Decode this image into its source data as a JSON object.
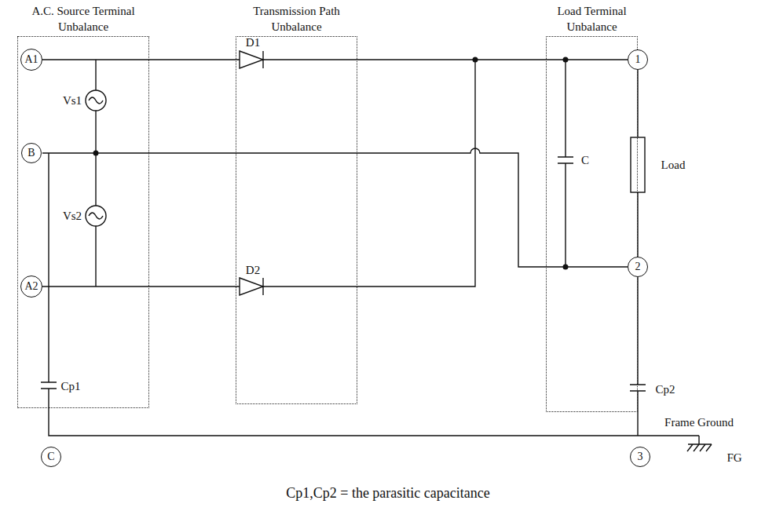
{
  "diagram": {
    "caption": "Cp1,Cp2 = the parasitic capacitance",
    "nodes": [
      {
        "text": [
          "A.C. Source Terminal",
          "Unbalance"
        ]
      },
      {
        "text": [
          "Transmission Path",
          "Unbalance"
        ]
      },
      {
        "text": [
          "Load Terminal",
          "Unbalance"
        ]
      },
      {
        "text": [
          "A1"
        ],
        "in": 0
      },
      {
        "text": [
          "B"
        ],
        "in": 0
      },
      {
        "text": [
          "A2"
        ],
        "in": 0
      },
      {
        "text": [
          "1"
        ],
        "in": 2
      },
      {
        "text": [
          "2"
        ],
        "in": 2
      },
      {
        "text": [
          "C"
        ]
      },
      {
        "text": [
          "3"
        ]
      }
    ],
    "labels": [
      "Vs1",
      "Vs2",
      "Cp1",
      "D1",
      "D2",
      "C",
      "Load",
      "Cp2",
      "Frame Ground",
      "FG"
    ]
  }
}
